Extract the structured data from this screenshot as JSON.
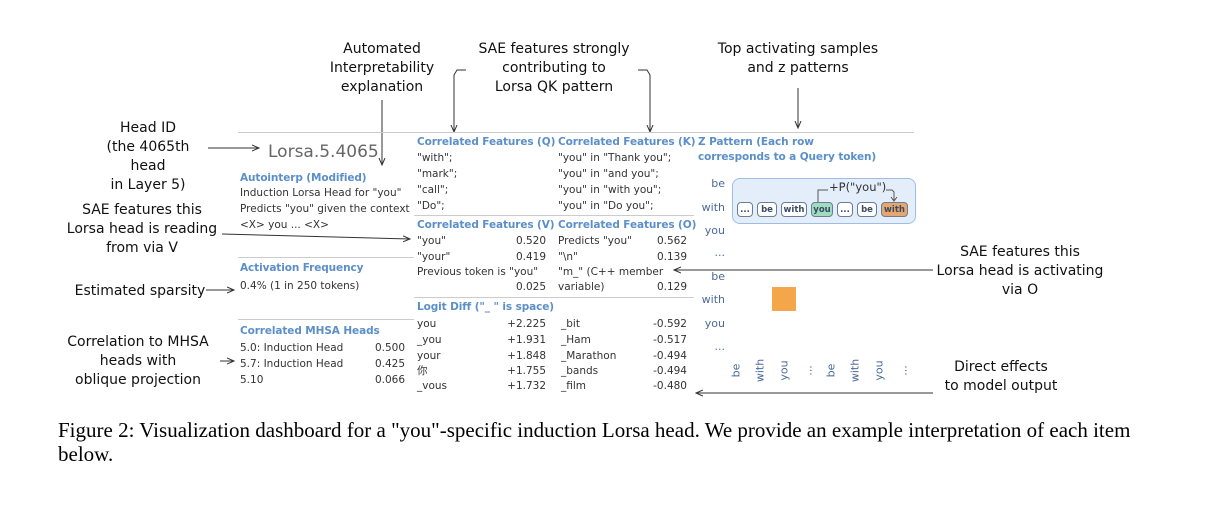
{
  "annotations": {
    "head_id": "Head ID\n(the 4065th head\nin Layer 5)",
    "sae_v": "SAE features this\nLorsa head is reading\nfrom via V",
    "sparsity": "Estimated sparsity",
    "mhsa": "Correlation to MHSA\nheads with\noblique projection",
    "autointerp": "Automated\nInterpretability\nexplanation",
    "sae_qk": "SAE features strongly\ncontributing to\nLorsa QK pattern",
    "top_samples": "Top activating samples\nand z patterns",
    "sae_o": "SAE features this\nLorsa head is activating\nvia O",
    "direct": "Direct effects\nto model output"
  },
  "head_title": "Lorsa.5.4065",
  "autointerp": {
    "header": "Autointerp (Modified)",
    "lines": [
      "Induction Lorsa Head for \"you\"",
      "Predicts \"you\" given the context",
      "<X> you ... <X>"
    ]
  },
  "activation_frequency": {
    "header": "Activation Frequency",
    "value": "0.4% (1 in 250 tokens)"
  },
  "mhsa_heads": {
    "header": "Correlated MHSA Heads",
    "rows": [
      {
        "name": "5.0: Induction Head",
        "value": "0.500"
      },
      {
        "name": "5.7: Induction Head",
        "value": "0.425"
      },
      {
        "name": "5.10",
        "value": "0.066"
      }
    ]
  },
  "corr_q": {
    "header": "Correlated Features (Q)",
    "lines": [
      "\"with\";",
      "\"mark\";",
      "\"call\";",
      "\"Do\";"
    ]
  },
  "corr_k": {
    "header": "Correlated Features (K)",
    "lines": [
      "\"you\" in \"Thank you\";",
      "\"you\" in \"and you\";",
      "\"you\" in \"with you\";",
      "\"you\" in \"Do you\";"
    ]
  },
  "corr_v": {
    "header": "Correlated Features (V)",
    "rows": [
      {
        "name": "\"you\"",
        "value": "0.520"
      },
      {
        "name": "\"your\"",
        "value": "0.419"
      }
    ],
    "extra_name": "Previous token is \"you\"",
    "extra_value": "0.025"
  },
  "corr_o": {
    "header": "Correlated Features (O)",
    "rows": [
      {
        "name": "Predicts \"you\"",
        "value": "0.562"
      },
      {
        "name": "\"\\n\"",
        "value": "0.139"
      }
    ],
    "extra_name1": "\"m_\" (C++ member",
    "extra_name2": "variable)",
    "extra_value": "0.129"
  },
  "logit_diff": {
    "header": "Logit Diff (\"_ \" is space)",
    "positive": [
      {
        "token": "you",
        "value": "+2.225"
      },
      {
        "token": "_you",
        "value": "+1.931"
      },
      {
        "token": "your",
        "value": "+1.848"
      },
      {
        "token": "你",
        "value": "+1.755"
      },
      {
        "token": "_vous",
        "value": "+1.732"
      }
    ],
    "negative": [
      {
        "token": "_bit",
        "value": "-0.592"
      },
      {
        "token": "_Ham",
        "value": "-0.517"
      },
      {
        "token": "_Marathon",
        "value": "-0.494"
      },
      {
        "token": "_bands",
        "value": "-0.494"
      },
      {
        "token": "_film",
        "value": "-0.480"
      }
    ]
  },
  "z_pattern": {
    "header1": "Z Pattern (Each row",
    "header2": "corresponds to a Query token)",
    "query_tokens": [
      "be",
      "with",
      "you",
      "...",
      "be",
      "with",
      "you",
      "..."
    ],
    "key_tokens": [
      "be",
      "with",
      "you",
      "...",
      "be",
      "with",
      "you",
      "..."
    ],
    "chips": [
      "...",
      "be",
      "with",
      "you",
      "...",
      "be",
      "with"
    ],
    "prob_label": "+P(\"you\")",
    "colors": {
      "highlight_green": "#9fdcc0",
      "highlight_orange": "#e7a66e",
      "cell": "#f5a54a",
      "box_bg": "#e3eefa",
      "box_border": "#9dbde6"
    }
  },
  "caption": "Figure 2: Visualization dashboard for a \"you\"-specific induction Lorsa head. We provide an example interpretation of each item below."
}
